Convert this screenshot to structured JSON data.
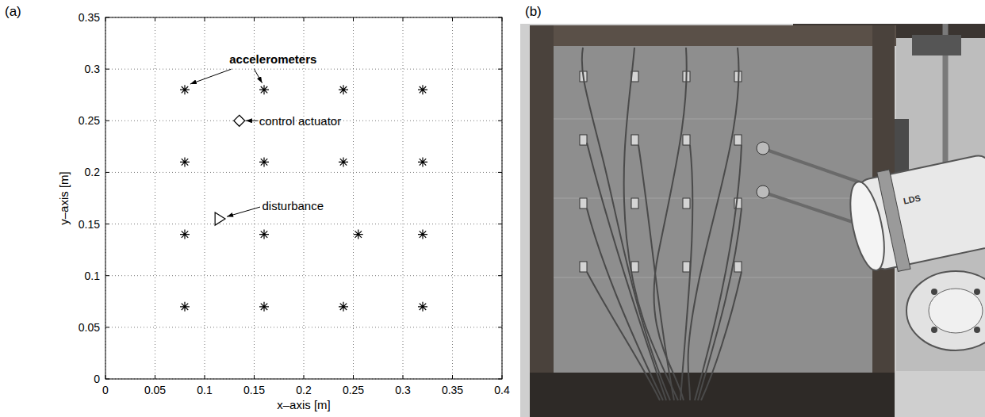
{
  "diagram": {
    "labels": [
      "(a)",
      "(b)",
      "0.35",
      "0.3",
      "0.25",
      "0.2",
      "0.15",
      "0.1",
      "0.05",
      "0",
      "0",
      "0.05",
      "0.1",
      "0.15",
      "0.2",
      "0.25",
      "0.3",
      "0.35",
      "0.4",
      "x–axis [m]",
      "y–axis [m]",
      "accelerometers",
      "control actuator",
      "disturbance",
      "LDS"
    ]
  }
}
